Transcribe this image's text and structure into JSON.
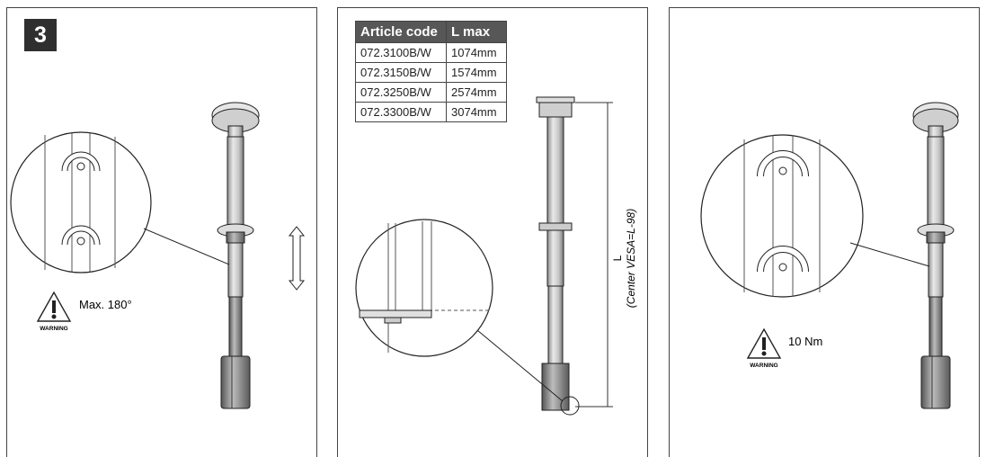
{
  "step": {
    "number": "3"
  },
  "table": {
    "headers": [
      "Article code",
      "L max"
    ],
    "rows": [
      [
        "072.3100B/W",
        "1074mm"
      ],
      [
        "072.3150B/W",
        "1574mm"
      ],
      [
        "072.3250B/W",
        "2574mm"
      ],
      [
        "072.3300B/W",
        "3074mm"
      ]
    ]
  },
  "panel1": {
    "warning_label": "WARNING",
    "note": "Max. 180°"
  },
  "panel2": {
    "dimension_label": "L",
    "dimension_note": "(Center VESA=L-98)"
  },
  "panel3": {
    "warning_label": "WARNING",
    "note": "10 Nm"
  },
  "colors": {
    "line": "#2a2a2a",
    "badge_bg": "#2f2f2f",
    "table_header_bg": "#575757",
    "pole_grey": "#b9b9b9"
  }
}
